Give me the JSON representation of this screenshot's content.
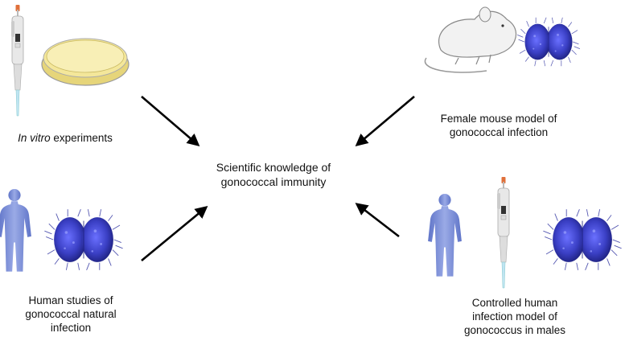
{
  "center": {
    "line1": "Scientific knowledge of",
    "line2": "gonococcal immunity"
  },
  "invitro": {
    "italic": "In vitro",
    "rest": " experiments"
  },
  "mouse": {
    "line1": "Female mouse model of",
    "line2": "gonococcal infection"
  },
  "human_studies": {
    "line1": "Human studies of",
    "line2": "gonococcal natural",
    "line3": "infection"
  },
  "chim": {
    "line1": "Controlled human",
    "line2": "infection model of",
    "line3": "gonococcus in males"
  },
  "colors": {
    "bacteria": "#3a3fc4",
    "bacteria_dark": "#1c1f7a",
    "human": "#7b8fd6",
    "petri_fill": "#f4e79a",
    "mouse": "#f2f2f2",
    "pipette_body": "#e8e8e8",
    "pipette_cap": "#e0703a",
    "arrow": "#000000"
  },
  "icons": [
    "pipette-icon",
    "petri-dish-icon",
    "mouse-icon",
    "bacteria-icon",
    "human-figure-icon"
  ]
}
